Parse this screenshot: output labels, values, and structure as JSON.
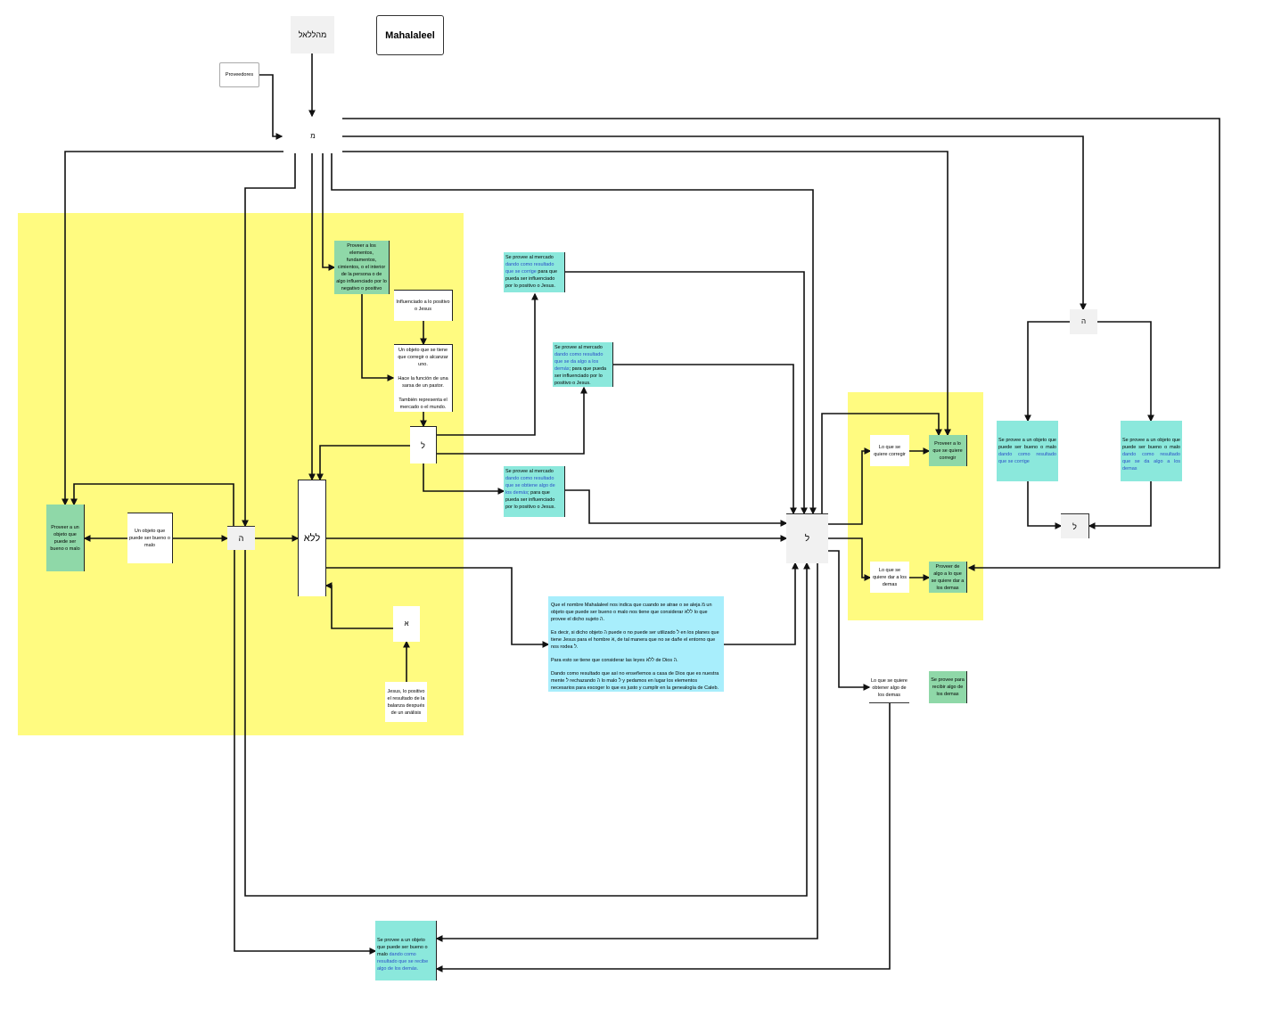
{
  "colors": {
    "zone": "#fffb80",
    "green": "#8fd8a8",
    "cyan": "#8be8dc",
    "light_blue": "#a8eefc",
    "highlight_text": "#2a4fc8"
  },
  "header": {
    "hebrew_name": "מהללאל",
    "title": "Mahalaleel"
  },
  "nodes": {
    "proveedores": "Proveedores",
    "mem": "מ",
    "he_left": "ה",
    "lamed_small": "ל",
    "lla": "ללא",
    "alef": "א",
    "lamed_center": "ל",
    "he_right": "ה",
    "lamed_right": "ל",
    "proveer_elementos": "Proveer a los elementos, fundamentos, cimientos, o el interior de la persona o de algo influenciado por lo negativo o positivo",
    "influenciado": "Influenciado a lo positivo o Jesus",
    "objeto_corregir": {
      "p1": "Un objeto que se tiene que corregir o alcanzar uno.",
      "p2": "Hace la función de una sarsa de un pastor.",
      "p3": "También representa el mercado o el mundo."
    },
    "cyan_corrige": {
      "a": "Se provee al mercado ",
      "b": "dando como resultado que se corrige",
      "c": " para que pueda ser influenciado por lo positivo o Jesus."
    },
    "cyan_da": {
      "a": "Se provee al mercado ",
      "b": "dando como resultado que se da algo a los demás",
      "c": "; para que pueda ser influenciado por lo positivo o Jesus."
    },
    "cyan_obtiene": {
      "a": "Se provee al mercado ",
      "b": "dando como resultado que se obtiene algo de los demás",
      "c": "; para que pueda ser influenciado por lo positivo o Jesus."
    },
    "proveer_objeto": "Proveer a un objeto que puede ser bueno o malo",
    "un_objeto": "Un objeto que puede ser bueno o malo",
    "jesus_positivo": "Jesus, lo positivo el resultado de la balanza después de un análisis",
    "big_text": {
      "p1": "Que el nombre Mahalaleel nos indica que cuando se atrae o se aleja מ un objeto que puede ser bueno o malo nos tiene que considerar ללא lo que provee el dicho sujeto ה.",
      "p2": "Es decir, si dicho objeto ה puede o no puede ser utilizado ל en los planes que tiene Jesus para el hombre א, de tal manera que no se dañe el entorno que nos rodea ל.",
      "p3": "Para esto se tiene que considerar las leyes ללא de Dios ה.",
      "p4": "Dando como resultado que así no enseñemos a casa de Dios que es nuestra mente ל rechazando ה lo malo ל y pedamos en lugar los elementos necesarios para escoger lo que es justo y cumplir en la genealogía de Caleb."
    },
    "corregir": "Lo que se quiere corregir",
    "proveer_corregir": "Proveer a lo que se quiere corregir",
    "dar": "Lo que se quiere dar a los demas",
    "proveer_dar": "Proveer de algo a lo que se quiere dar a los demas",
    "obtener": "Lo que se quiere obtener algo de los demas",
    "proveer_recibir": "Se provee para recibir algo de los demas",
    "cyan_left": {
      "a": "Se provee a un objeto que puede ser bueno o malo ",
      "b": "dando como resultado que se corrige"
    },
    "cyan_right": {
      "a": "Se provee a un objeto que puede ser bueno o malo ",
      "b": "dando como resultado que se da algo a los demas"
    },
    "bottom": {
      "a": "Se provee a un objeto que puede ser bueno o malo ",
      "b": "dando como resultado que se recibe algo de los demás."
    }
  }
}
